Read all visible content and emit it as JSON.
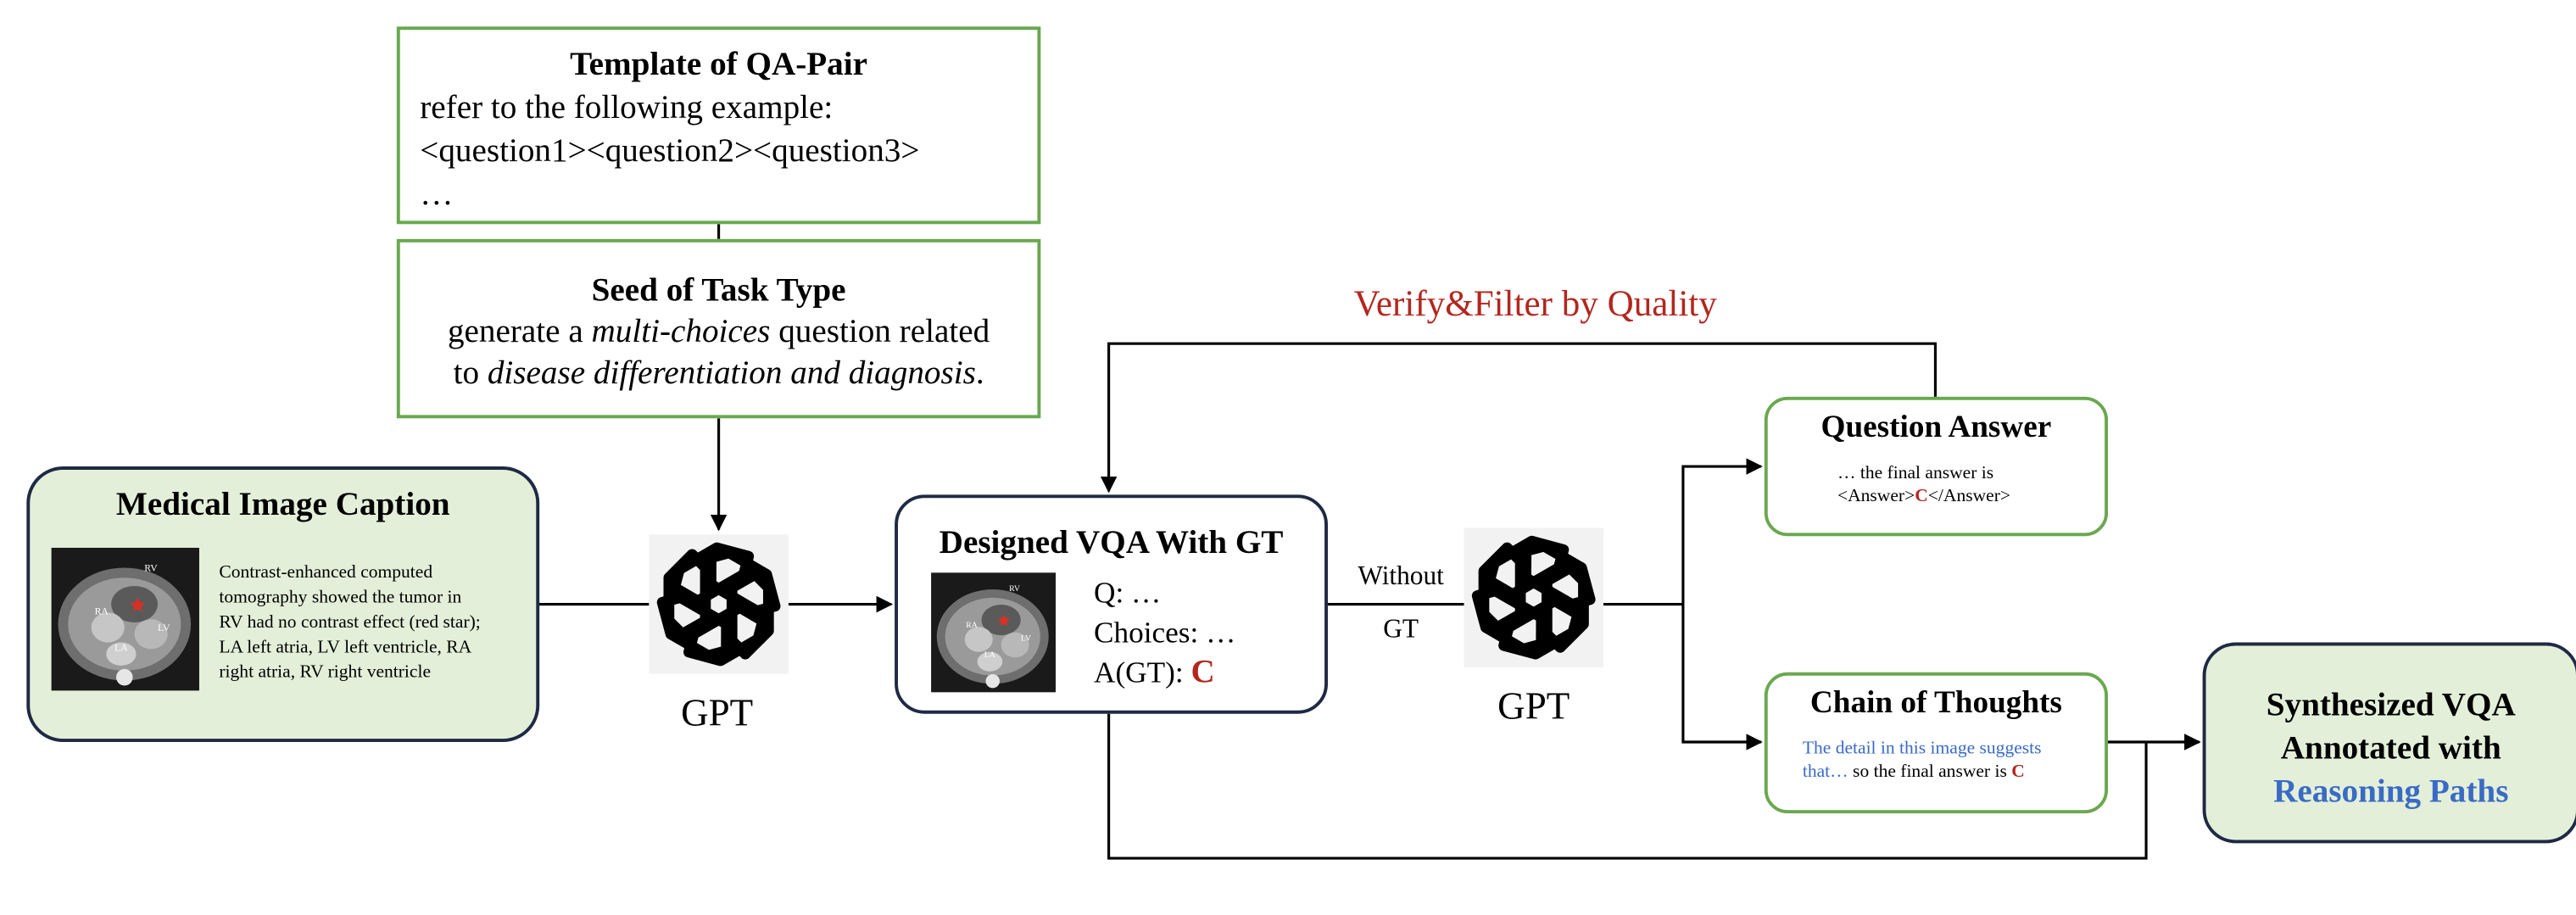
{
  "template_box": {
    "title": "Template of QA-Pair",
    "line1": "refer to the following example:",
    "line2": "<question1><question2><question3>",
    "line3": "…"
  },
  "seed_box": {
    "title": "Seed of Task Type",
    "l1_a": "generate a ",
    "l1_b": "multi-choices",
    "l1_c": " question related",
    "l2_a": "to ",
    "l2_b": "disease differentiation and diagnosis",
    "l2_c": "."
  },
  "caption_box": {
    "title": "Medical Image Caption",
    "text": [
      "Contrast-enhanced computed",
      "tomography showed the tumor in",
      "RV had no contrast effect (red star);",
      "LA left atria, LV left ventricle, RA",
      "right atria, RV right ventricle"
    ],
    "image_labels": [
      "RV",
      "RA",
      "LV",
      "LA"
    ]
  },
  "gpt_left": {
    "label": "GPT"
  },
  "vqa_box": {
    "title": "Designed VQA With GT",
    "q": "Q: …",
    "choices": "Choices: …",
    "a_prefix": "A(GT): ",
    "a_value": "C",
    "image_labels": [
      "RV",
      "RA",
      "LV",
      "LA"
    ]
  },
  "edge_label": {
    "line1": "Without",
    "line2": "GT"
  },
  "gpt_right": {
    "label": "GPT"
  },
  "verify_label": "Verify&Filter by Quality",
  "qa_box": {
    "title": "Question Answer",
    "line1": "… the final answer is",
    "line2_a": "<Answer>",
    "line2_b": "C",
    "line2_c": "</Answer>"
  },
  "cot_box": {
    "title": "Chain of Thoughts",
    "line1": "The detail in this image suggests",
    "line2_a": "that…",
    "line2_b": " so the final answer is ",
    "line2_c": "C"
  },
  "synth_box": {
    "line1": "Synthesized VQA",
    "line2": "Annotated with",
    "line3": "Reasoning Paths"
  },
  "colors": {
    "green_border": "#6aa84f",
    "green_fill": "#e3efd9",
    "navy_border": "#1f2a44",
    "accent_red": "#b3261e",
    "accent_blue": "#3a6bc4"
  }
}
